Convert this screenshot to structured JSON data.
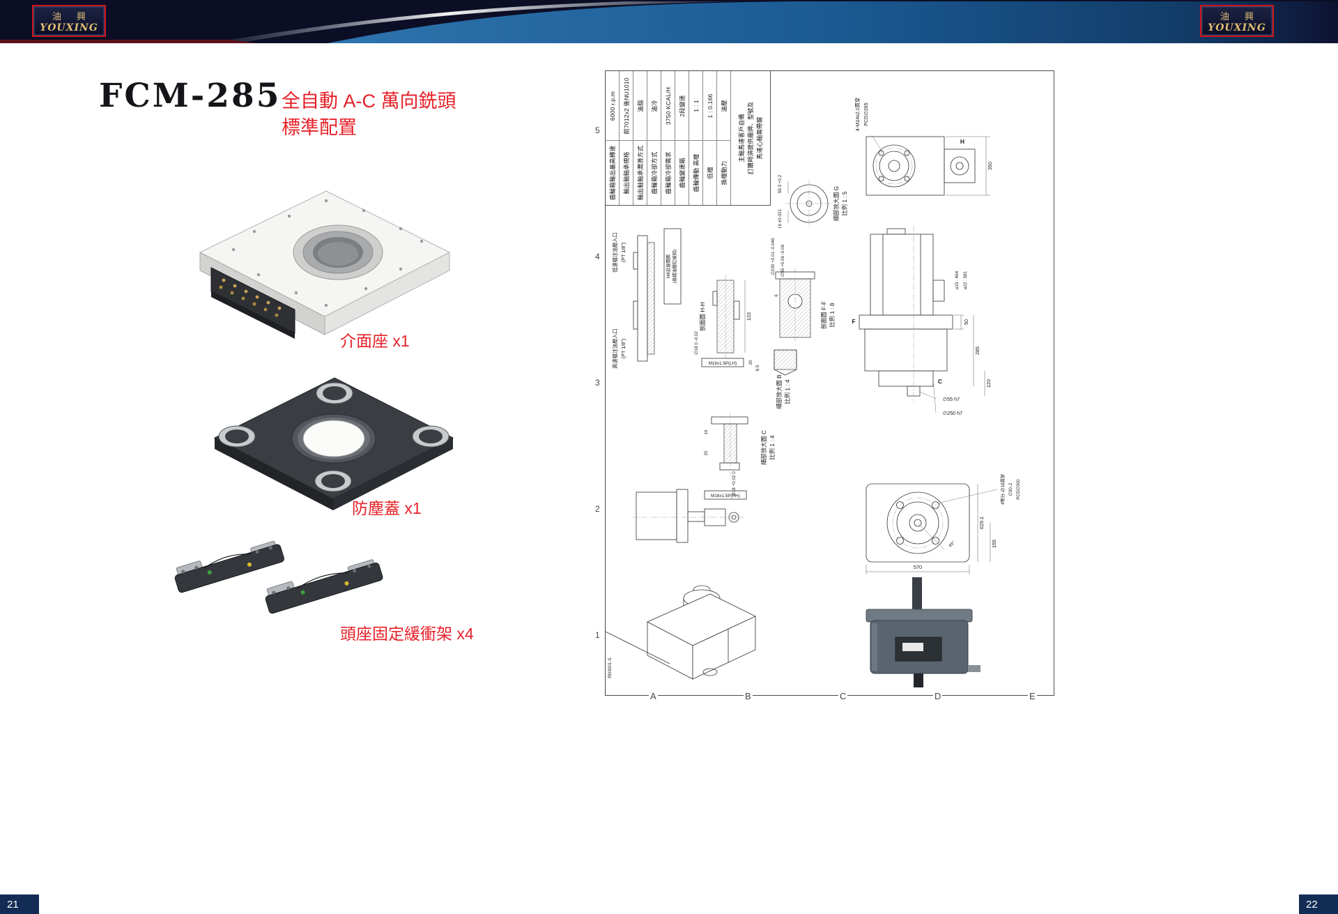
{
  "logo": {
    "cn": "油 興",
    "en": "YOUXING"
  },
  "pages": {
    "left_number": "21",
    "right_number": "22"
  },
  "left": {
    "title": "FCM-285",
    "subtitle1": "全自動 A-C 萬向銑頭",
    "subtitle2": "標準配置",
    "part1_label": "介面座 x1",
    "part2_label": "防塵蓋 x1",
    "part3_label": "頭座固定緩衝架 x4"
  },
  "drawing": {
    "doc_code": "RD3001-S",
    "grid_rows": [
      "5",
      "4",
      "3",
      "2",
      "1"
    ],
    "grid_cols": [
      "A",
      "B",
      "C",
      "D",
      "E"
    ],
    "spec": [
      {
        "name": "齒輪箱輸出最高轉速",
        "value": "6000 r.p.m"
      },
      {
        "name": "輸出軸軸承規格",
        "value": "前7012x2 後NU1010"
      },
      {
        "name": "輸出軸軸承潤滑方式",
        "value": "油脂"
      },
      {
        "name": "齒輪箱冷卻方式",
        "value": "油冷"
      },
      {
        "name": "齒輪箱冷卻需求",
        "value": "3750 KCAL/H"
      },
      {
        "name": "齒輪變速箱",
        "value": "2段變速"
      },
      {
        "name": "齒輪傳動 高檔",
        "value": "1 : 1"
      },
      {
        "name": "低檔",
        "value": "1 : 0.166"
      },
      {
        "name": "換檔動力",
        "value": "油壓"
      }
    ],
    "spec_note": [
      "主軸馬達客戶自備",
      "訂購時須提供廠牌、型號及",
      "馬達心軸需帶鍵"
    ],
    "labels": {
      "g1": "細部放大圖 G",
      "g2": "比例 1 : 5",
      "hh": "剖面圖 H-H",
      "ff1": "剖面圖 F-F",
      "ff2": "比例 1 : 8",
      "b1": "細部放大圖 B",
      "b2": "比例 1 : 4",
      "c1": "細部放大圖 C",
      "c2": "比例 1 : 4",
      "low_oil1": "低速檔注油壓入口",
      "low_oil2": "(PT 1/8\")",
      "high_oil1": "高速檔注油壓入口",
      "high_oil2": "(PT 1/8\")",
      "m8_1": "M8近接開關",
      "m8_2": "(換檔油壓缸檢知)",
      "bolt_top1": "4-M14x2.0貫穿",
      "bolt_top2": "PCD∅265",
      "bolt_bot1": "4等分-∅18貫穿",
      "bolt_bot2": "∅30↓2",
      "bolt_bot3": "PCD∅300",
      "thread_lh": "M16x1.5P(LH)",
      "thread_rh": "M16x1.5P(RH)",
      "marker_h": "H",
      "marker_f": "F",
      "marker_c": "C"
    },
    "dims": {
      "d350": "350",
      "d50": "50",
      "d285": "285",
      "d120": "120",
      "d570": "570",
      "d629": "629.1",
      "d155": "155",
      "d45": "45°",
      "d464": "a15 : 464",
      "d581": "a22 : 581",
      "d55h7": "∅55 h7",
      "d250h7": "∅250 h7",
      "d59": "59.3 +0.2",
      "d16t": "16 ±0.021",
      "d230": "∅230 +0.01 -0.046",
      "d55t": "∅55 +0.06 -0.06",
      "d133": "133",
      "d18a": "∅18 0 -0.02",
      "d20a": "20",
      "d85": "8.5",
      "d16b": "16",
      "d20b": "20",
      "d18b": "∅18 +0.02 0",
      "d6": "6"
    }
  }
}
